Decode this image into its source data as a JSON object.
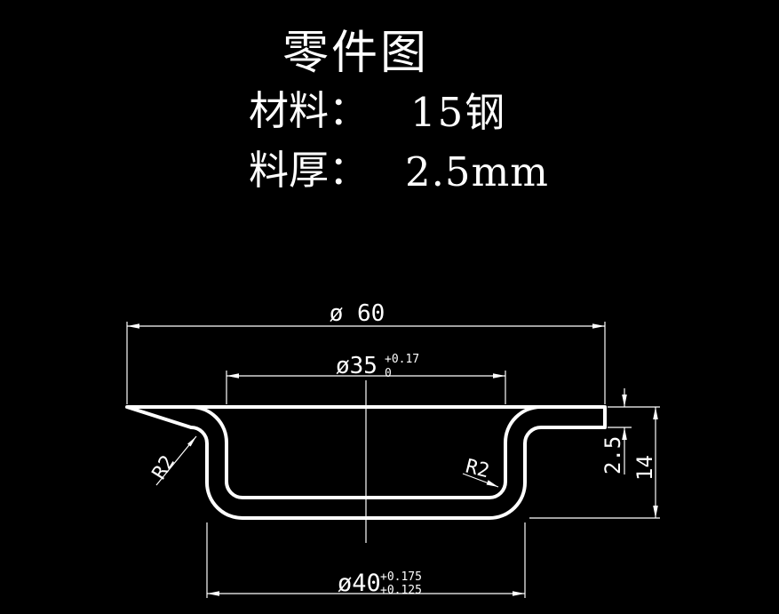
{
  "header": {
    "title": "零件图",
    "material": {
      "label": "材料：",
      "value": "15钢"
    },
    "thickness": {
      "label": "料厚：",
      "value": "2.5mm"
    }
  },
  "dimensions": {
    "flange_diameter": {
      "text": "ø 60"
    },
    "inner_diameter": {
      "text": "ø35",
      "tolerance_upper": "+0.17",
      "tolerance_lower": "0"
    },
    "bottom_diameter": {
      "text": "ø40",
      "tolerance_upper": "+0.175",
      "tolerance_lower": "+0.125"
    },
    "flange_thickness": {
      "text": "2.5"
    },
    "total_height": {
      "text": "14"
    },
    "bend_radius_left": {
      "text": "R2"
    },
    "bend_radius_right": {
      "text": "R2"
    }
  },
  "colors": {
    "background": "#000000",
    "lines": "#ffffff"
  }
}
